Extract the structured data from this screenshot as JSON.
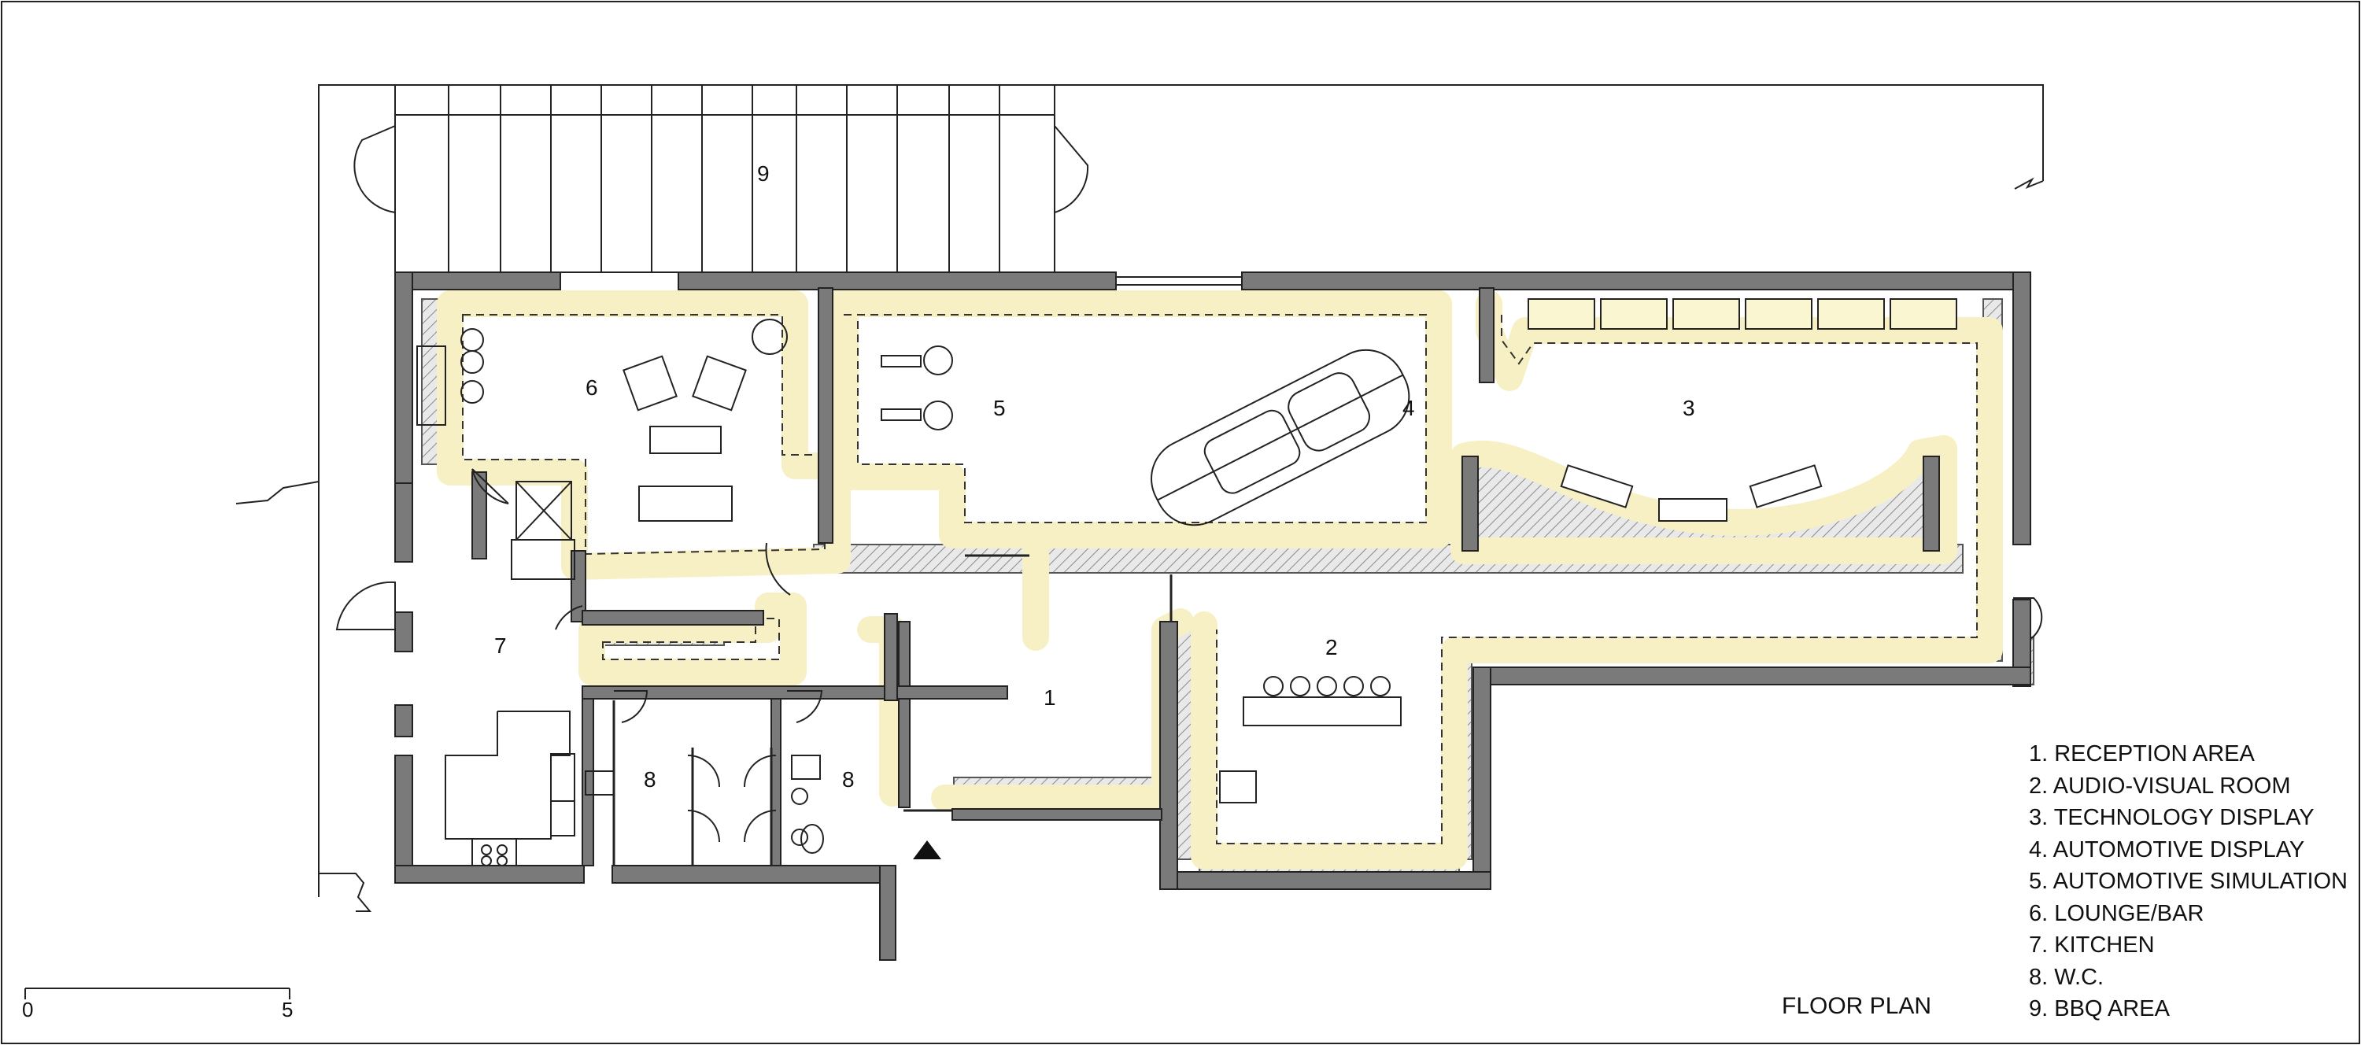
{
  "rooms": {
    "r1": "1",
    "r2": "2",
    "r3": "3",
    "r4": "4",
    "r5": "5",
    "r6": "6",
    "r7": "7",
    "r8a": "8",
    "r8b": "8",
    "r9": "9"
  },
  "legend": [
    "1. RECEPTION AREA",
    "2. AUDIO-VISUAL ROOM",
    "3. TECHNOLOGY DISPLAY",
    "4. AUTOMOTIVE DISPLAY",
    "5. AUTOMOTIVE SIMULATION",
    "6. LOUNGE/BAR",
    "7. KITCHEN",
    "8. W.C.",
    "9. BBQ AREA"
  ],
  "scale": {
    "start": "0",
    "end": "5"
  },
  "title": "FLOOR PLAN",
  "colors": {
    "wall": "#777777",
    "hatch": "#999999",
    "lighting": "#fbf6d2",
    "line": "#222222"
  }
}
